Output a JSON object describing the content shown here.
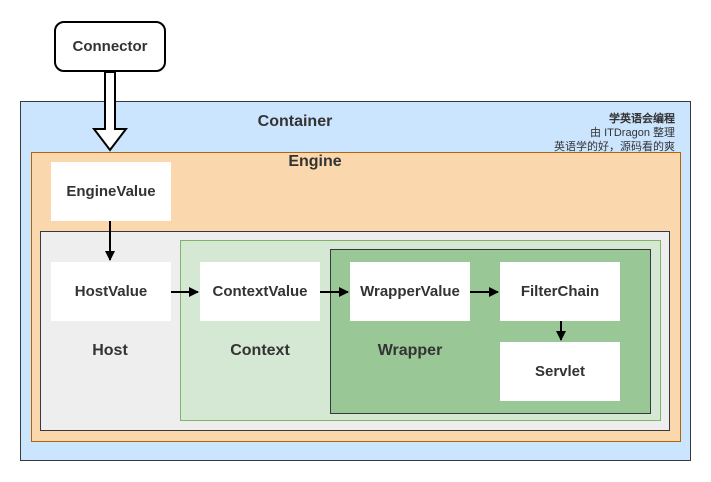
{
  "diagram": {
    "connector": "Connector",
    "container": "Container",
    "engine": "Engine",
    "host": "Host",
    "context": "Context",
    "wrapper": "Wrapper",
    "nodes": {
      "engine_value": "EngineValue",
      "host_value": "HostValue",
      "context_value": "ContextValue",
      "wrapper_value": "WrapperValue",
      "filter_chain": "FilterChain",
      "servlet": "Servlet"
    },
    "note": {
      "line1": "学英语会编程",
      "line2": "由 ITDragon 整理",
      "line3": "英语学的好，源码看的爽"
    }
  },
  "colors": {
    "container_fill": "#cce5ff",
    "engine_fill": "#fad7ac",
    "host_fill": "#eeeeee",
    "context_fill": "#d5e8d4",
    "wrapper_fill": "#9ac796",
    "node_fill": "#ffffff"
  }
}
